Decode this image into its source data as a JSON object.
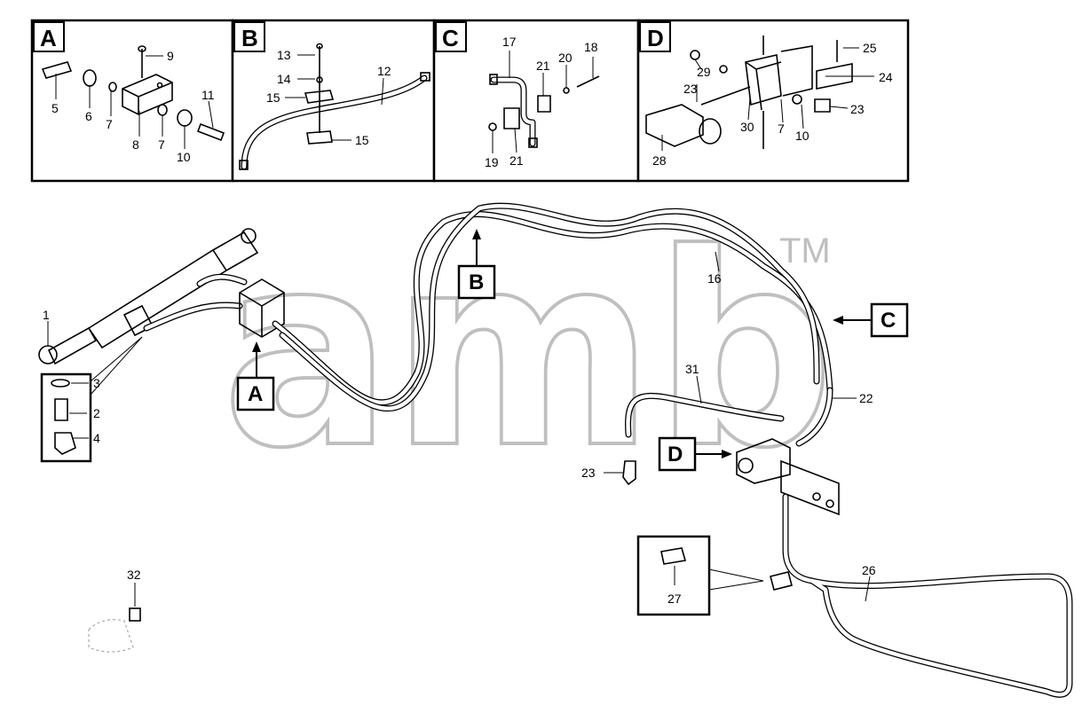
{
  "detail_panels": [
    {
      "letter": "A",
      "labels": [
        "5",
        "6",
        "7",
        "8",
        "7",
        "10",
        "9",
        "11"
      ]
    },
    {
      "letter": "B",
      "labels": [
        "13",
        "14",
        "15",
        "15",
        "12"
      ]
    },
    {
      "letter": "C",
      "labels": [
        "17",
        "21",
        "20",
        "18",
        "19",
        "21"
      ]
    },
    {
      "letter": "D",
      "labels": [
        "29",
        "23",
        "25",
        "24",
        "30",
        "7",
        "10",
        "23",
        "28"
      ]
    }
  ],
  "callouts": {
    "A": "A",
    "B": "B",
    "C": "C",
    "D": "D"
  },
  "main_labels": {
    "p1": "1",
    "p3": "3",
    "p2": "2",
    "p4": "4",
    "p16": "16",
    "p22": "22",
    "p31": "31",
    "p23": "23",
    "p26": "26",
    "p27": "27",
    "p32": "32"
  },
  "watermark": {
    "logo": "amb",
    "tm": "TM"
  }
}
